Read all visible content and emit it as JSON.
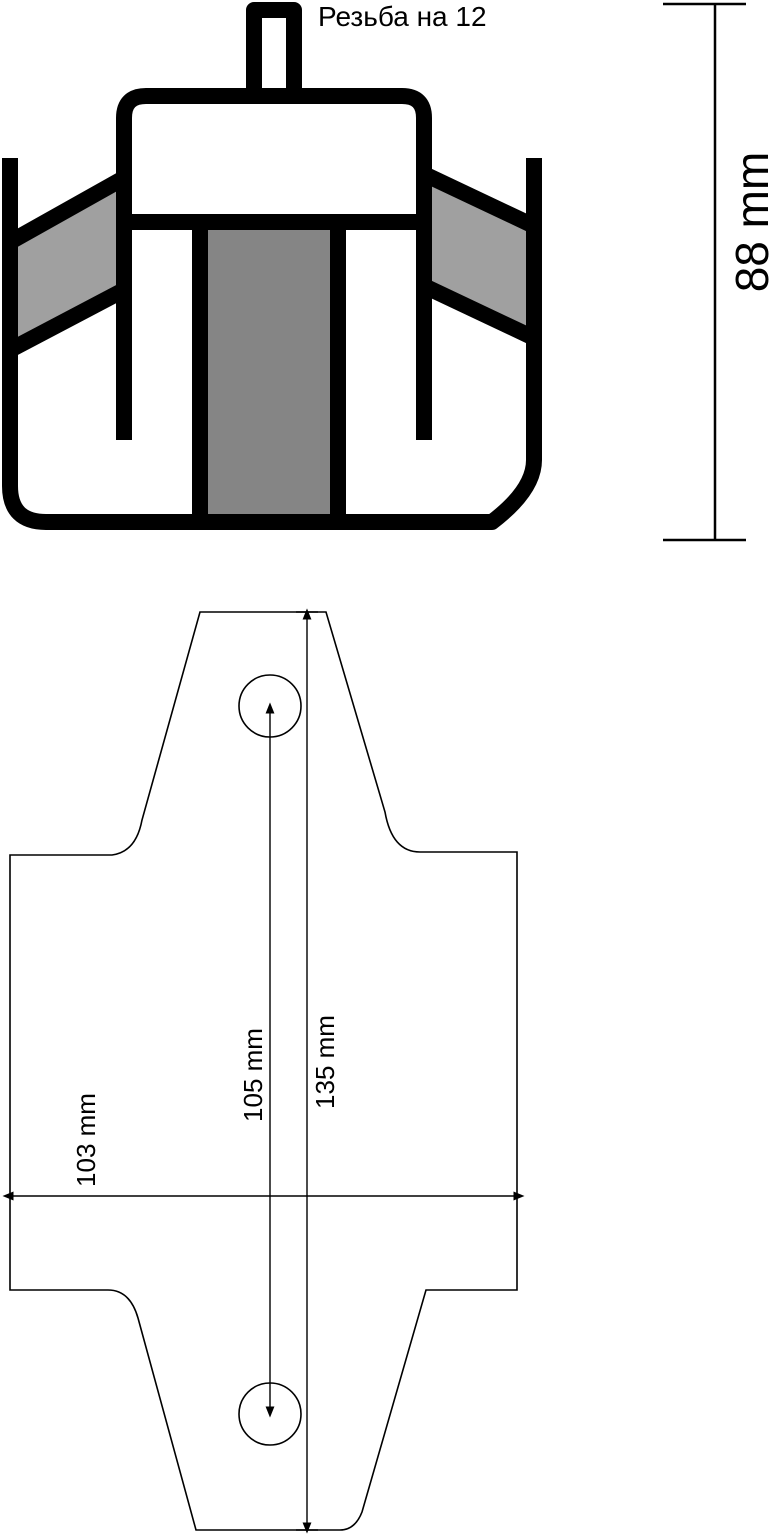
{
  "labels": {
    "thread": "Резьба на 12",
    "height": "88 mm",
    "width": "103 mm",
    "hole_spacing": "105 mm",
    "length": "135 mm"
  },
  "colors": {
    "line": "#000000",
    "background": "#ffffff",
    "fill_light": "#a0a0a0",
    "fill_dark": "#858585"
  }
}
